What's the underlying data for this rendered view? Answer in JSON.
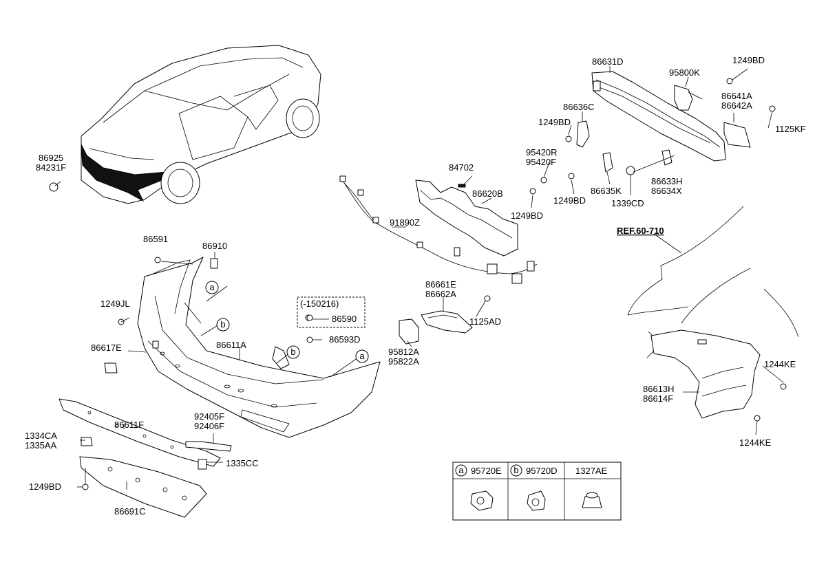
{
  "labels": {
    "l_86925": "86925",
    "l_84231F": "84231F",
    "l_86591": "86591",
    "l_86910": "86910",
    "l_1249JL": "1249JL",
    "l_86617E": "86617E",
    "l_86611A": "86611A",
    "l_150216": "(-150216)",
    "l_86590": "86590",
    "l_86593D": "86593D",
    "l_86611F": "86611F",
    "l_1334CA": "1334CA",
    "l_1335AA": "1335AA",
    "l_1249BD_a": "1249BD",
    "l_86691C": "86691C",
    "l_92405F": "92405F",
    "l_92406F": "92406F",
    "l_1335CC": "1335CC",
    "l_91890Z": "91890Z",
    "l_84702": "84702",
    "l_86620B": "86620B",
    "l_86661E": "86661E",
    "l_86662A": "86662A",
    "l_1125AD": "1125AD",
    "l_95812A": "95812A",
    "l_95822A": "95822A",
    "l_86631D": "86631D",
    "l_95800K": "95800K",
    "l_1249BD_b": "1249BD",
    "l_86641A": "86641A",
    "l_86642A": "86642A",
    "l_86636C": "86636C",
    "l_1249BD_c": "1249BD",
    "l_1125KF": "1125KF",
    "l_95420R": "95420R",
    "l_95420F": "95420F",
    "l_86633H": "86633H",
    "l_86634X": "86634X",
    "l_86635K": "86635K",
    "l_1249BD_d": "1249BD",
    "l_1249BD_e": "1249BD",
    "l_1339CD": "1339CD",
    "l_ref": "REF.60-710",
    "l_1244KE_a": "1244KE",
    "l_86613H": "86613H",
    "l_86614F": "86614F",
    "l_1244KE_b": "1244KE"
  },
  "callouts": {
    "a": "a",
    "b": "b"
  },
  "legend": {
    "col_a_circle": "a",
    "col_a_part": "95720E",
    "col_b_circle": "b",
    "col_b_part": "95720D",
    "col_c_part": "1327AE"
  }
}
